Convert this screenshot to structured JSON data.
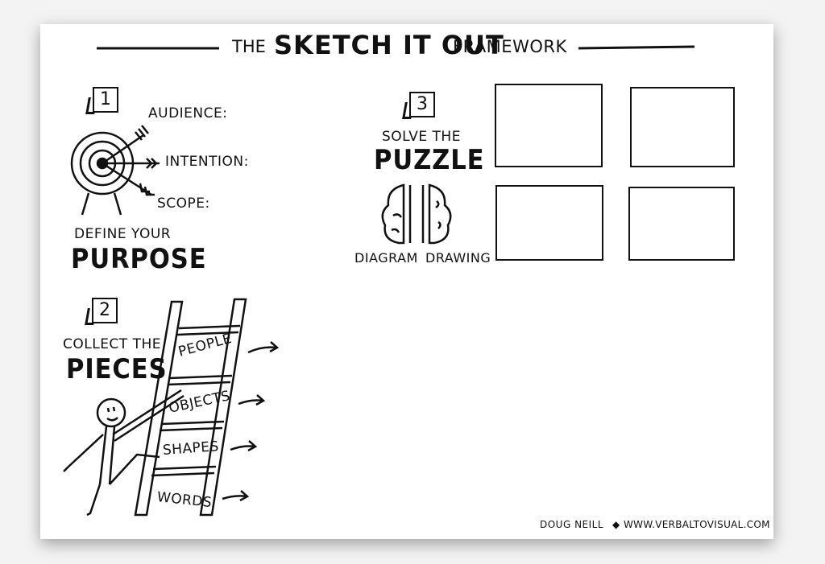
{
  "title": {
    "prefix": "THE",
    "main": "SKETCH IT OUT",
    "suffix": "FRAMEWORK"
  },
  "step1": {
    "number": "1",
    "audience": "AUDIENCE:",
    "intention": "INTENTION:",
    "scope": "SCOPE:",
    "heading_small": "DEFINE YOUR",
    "heading_big": "PURPOSE"
  },
  "step2": {
    "number": "2",
    "heading_small": "COLLECT THE",
    "heading_big": "PIECES",
    "rungs": [
      "PEOPLE",
      "OBJECTS",
      "SHAPES",
      "WORDS"
    ]
  },
  "step3": {
    "number": "3",
    "heading_small": "SOLVE THE",
    "heading_big": "PUZZLE",
    "left_label": "DIAGRAM",
    "right_label": "DRAWING"
  },
  "footer": {
    "author": "DOUG NEILL",
    "site": "WWW.VERBALTOVISUAL.COM"
  }
}
